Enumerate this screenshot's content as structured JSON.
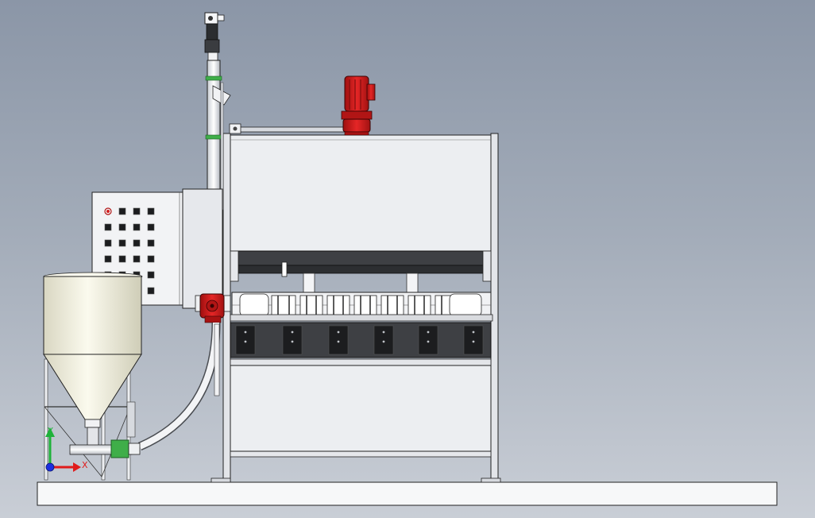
{
  "viewport": {
    "background_top": "#8b96a7",
    "background_bottom": "#c9ced6"
  },
  "colors": {
    "motor_red": "#d41e1e",
    "panel_light": "#eceef1",
    "frame_gray": "#d7dadf",
    "dark_band": "#3e4044",
    "fitting_green": "#3fae49",
    "tank_cream": "#f6f5e6",
    "triad_x": "#e01b1b",
    "triad_y": "#1fb23a",
    "triad_z": "#1b2fe0"
  },
  "triad": {
    "x_label": "X",
    "y_label": "Y"
  },
  "control_panel": {
    "button_rows": 6,
    "button_cols": 4,
    "indicator_icon": "warning-light-icon"
  },
  "parts": [
    "base-plate",
    "main-frame",
    "upper-hood",
    "lower-hood",
    "roller-conveyor",
    "drive-motor",
    "gear-pump",
    "vertical-conveyor",
    "control-panel",
    "feed-tank",
    "transfer-hose"
  ]
}
